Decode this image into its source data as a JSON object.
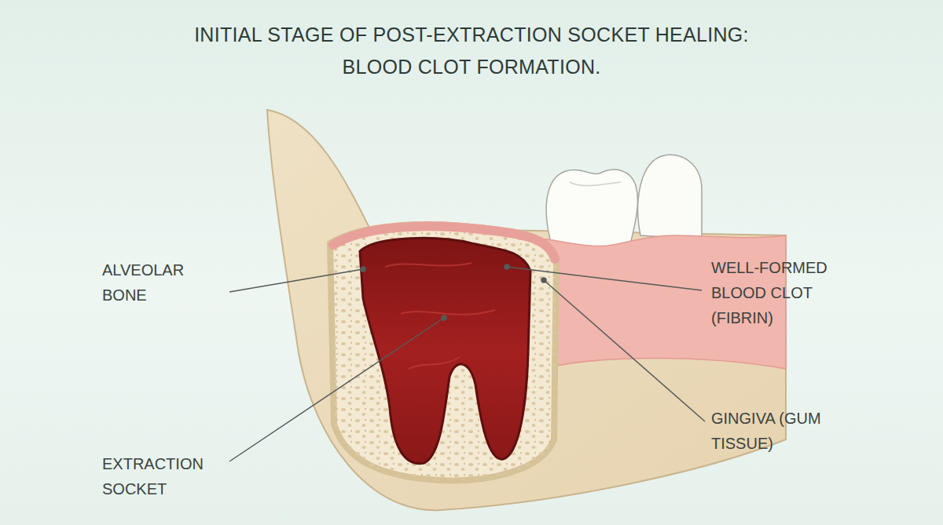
{
  "diagram": {
    "title": "INITIAL STAGE OF POST-EXTRACTION SOCKET HEALING: BLOOD CLOT FORMATION.",
    "labels": [
      "ALVEOLAR BONE",
      "EXTRACTION SOCKET",
      "WELL-FORMED BLOOD CLOT (FIBRIN)",
      "GINGIVA (GUM TISSUE)"
    ]
  }
}
